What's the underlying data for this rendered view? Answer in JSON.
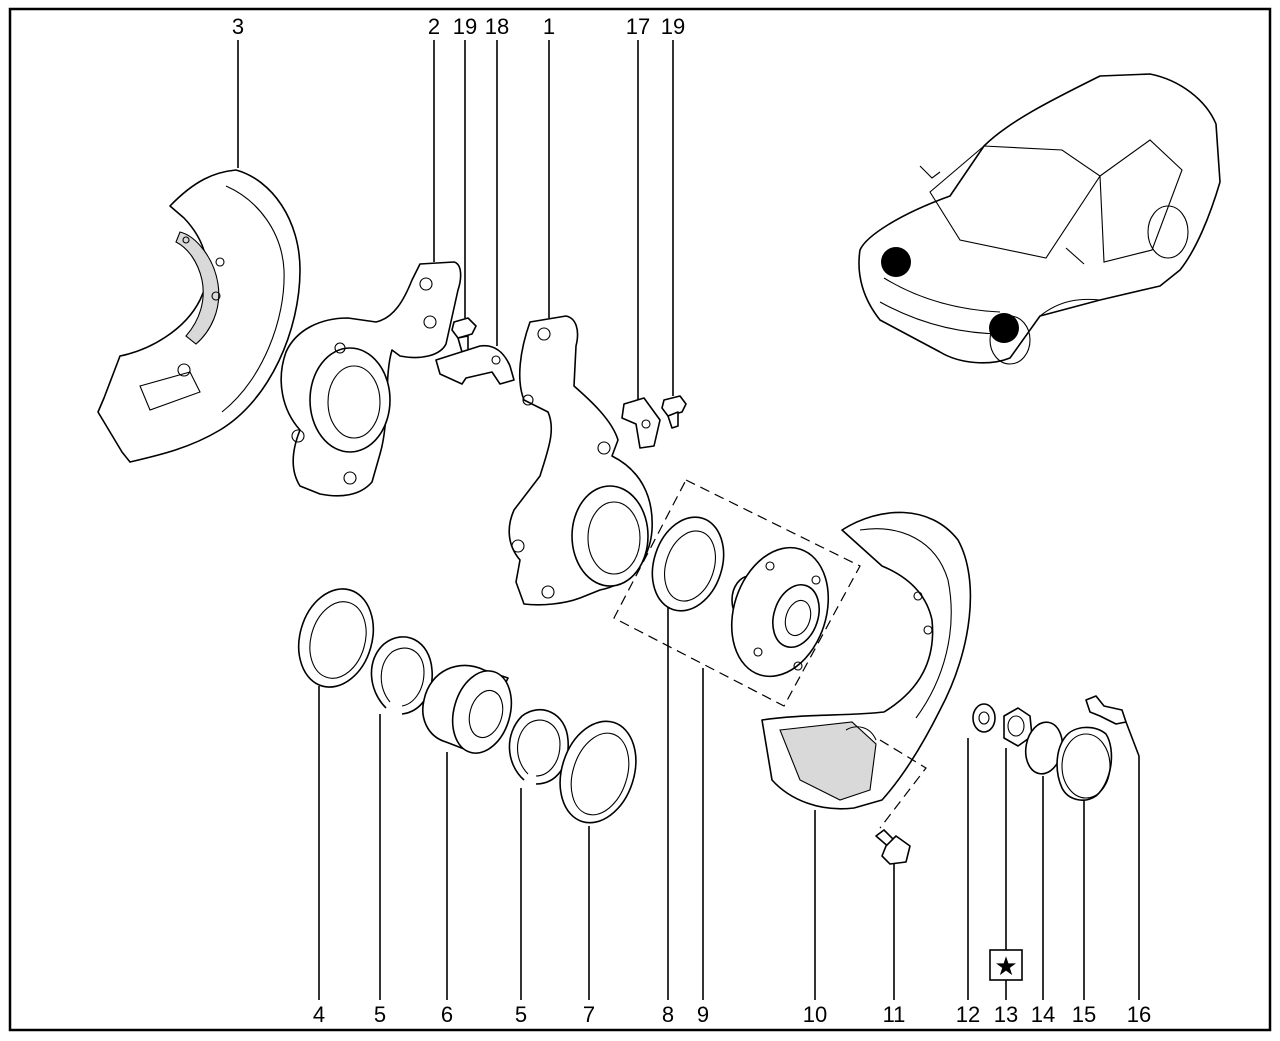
{
  "callouts_top": [
    {
      "id": "c3",
      "label": "3"
    },
    {
      "id": "c2",
      "label": "2"
    },
    {
      "id": "c19a",
      "label": "19"
    },
    {
      "id": "c18",
      "label": "18"
    },
    {
      "id": "c1",
      "label": "1"
    },
    {
      "id": "c17",
      "label": "17"
    },
    {
      "id": "c19b",
      "label": "19"
    }
  ],
  "callouts_bottom": [
    {
      "id": "c4",
      "label": "4"
    },
    {
      "id": "c5a",
      "label": "5"
    },
    {
      "id": "c6",
      "label": "6"
    },
    {
      "id": "c5b",
      "label": "5"
    },
    {
      "id": "c7",
      "label": "7"
    },
    {
      "id": "c8",
      "label": "8"
    },
    {
      "id": "c9",
      "label": "9"
    },
    {
      "id": "c10",
      "label": "10"
    },
    {
      "id": "c11",
      "label": "11"
    },
    {
      "id": "c12",
      "label": "12"
    },
    {
      "id": "c13",
      "label": "13"
    },
    {
      "id": "c14",
      "label": "14"
    },
    {
      "id": "c15",
      "label": "15"
    },
    {
      "id": "c16",
      "label": "16"
    }
  ],
  "marker": {
    "symbol": "★",
    "icon": "star-icon"
  },
  "colors": {
    "line": "#000000",
    "background": "#ffffff",
    "shade": "#d9d9d9"
  }
}
